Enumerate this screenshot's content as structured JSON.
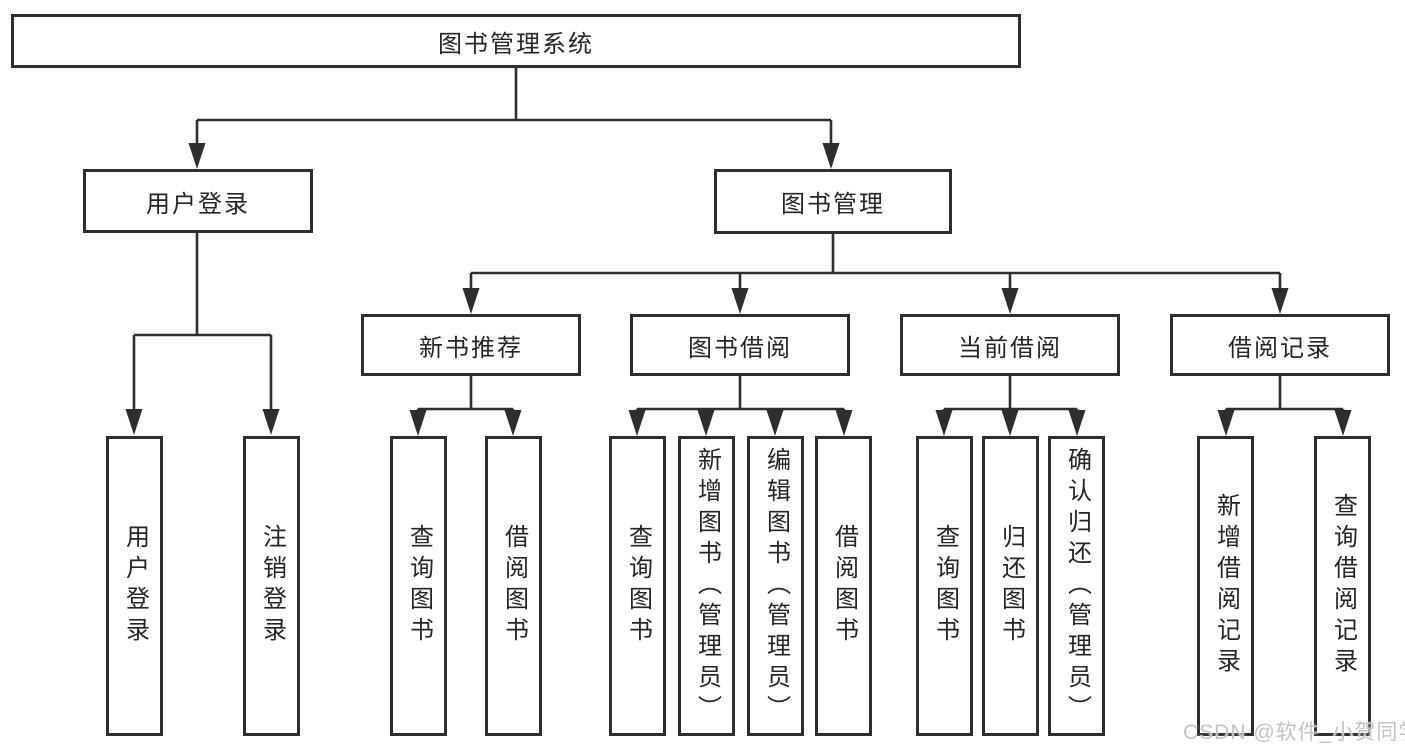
{
  "diagram_title": "图书管理系统",
  "nodes": {
    "root": "图书管理系统",
    "user_login": "用户登录",
    "book_mgmt": "图书管理",
    "new_books": "新书推荐",
    "book_borrow": "图书借阅",
    "current_borrow": "当前借阅",
    "borrow_records": "借阅记录",
    "ul_user_login": "用户登录",
    "ul_logout": "注销登录",
    "nb_query": "查询图书",
    "nb_borrow": "借阅图书",
    "bb_query": "查询图书",
    "bb_add": "新增图书（管理员）",
    "bb_edit": "编辑图书（管理员）",
    "bb_borrow": "借阅图书",
    "cb_query": "查询图书",
    "cb_return": "归还图书",
    "cb_confirm": "确认归还（管理员）",
    "br_add": "新增借阅记录",
    "br_query": "查询借阅记录"
  },
  "watermark": "CSDN @软件_小贺同学",
  "colors": {
    "line": "#2e2e2e",
    "box_border": "#2e2e2e",
    "text": "#252525",
    "background": "#ffffff",
    "watermark": "#c3c3c3"
  }
}
